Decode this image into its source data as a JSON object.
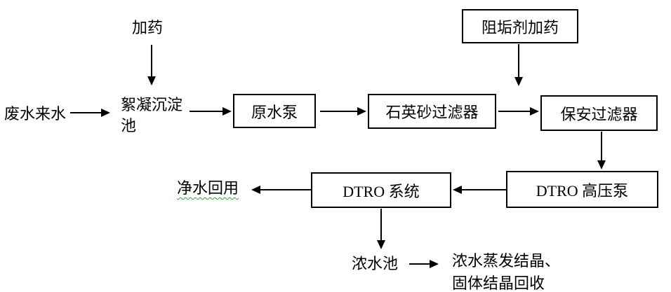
{
  "diagram_type": "flowchart",
  "colors": {
    "background": "#ffffff",
    "line": "#000000",
    "text": "#000000",
    "spellcheck_underline": "#2f9e44"
  },
  "nodes": {
    "dosing_label": "加药",
    "influent_label": "废水来水",
    "coagulation_pool_label": "絮凝沉淀池",
    "raw_water_pump": "原水泵",
    "quartz_sand_filter": "石英砂过滤器",
    "cartridge_filter": "保安过滤器",
    "antiscalant_dosing": "阻垢剂加药",
    "dtro_hp_pump": "DTRO 高压泵",
    "dtro_system": "DTRO 系统",
    "clean_water_reuse_label": "净水回用",
    "concentrate_pool_label": "浓水池",
    "crystallization_note": [
      "浓水蒸发结晶、",
      "固体结晶回收"
    ]
  },
  "edges": [
    {
      "from": "加药",
      "to": "絮凝沉淀池",
      "direction": "down"
    },
    {
      "from": "废水来水",
      "to": "絮凝沉淀池",
      "direction": "right"
    },
    {
      "from": "絮凝沉淀池",
      "to": "原水泵",
      "direction": "right"
    },
    {
      "from": "原水泵",
      "to": "石英砂过滤器",
      "direction": "right"
    },
    {
      "from": "石英砂过滤器",
      "to": "保安过滤器",
      "direction": "right"
    },
    {
      "from": "阻垢剂加药",
      "to": "石英砂过滤器-保安过滤器管线",
      "direction": "down"
    },
    {
      "from": "保安过滤器",
      "to": "DTRO 高压泵",
      "direction": "down"
    },
    {
      "from": "DTRO 高压泵",
      "to": "DTRO 系统",
      "direction": "left"
    },
    {
      "from": "DTRO 系统",
      "to": "净水回用",
      "direction": "left"
    },
    {
      "from": "DTRO 系统",
      "to": "浓水池",
      "direction": "down"
    },
    {
      "from": "浓水池",
      "to": "浓水蒸发结晶、固体结晶回收",
      "direction": "right"
    }
  ]
}
